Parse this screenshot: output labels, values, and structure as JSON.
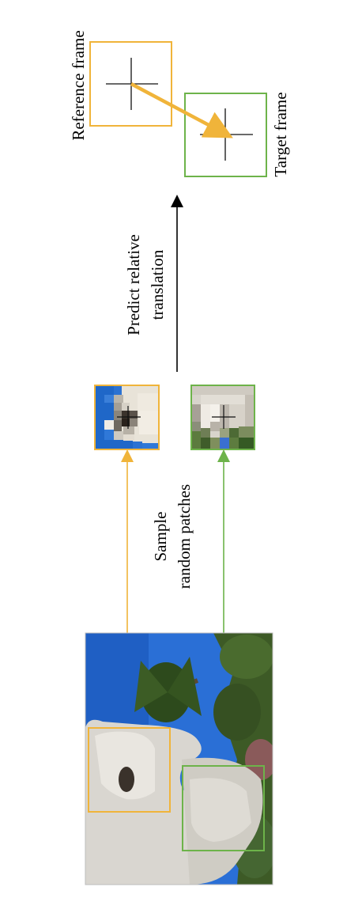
{
  "labels": {
    "reference_frame": "Reference frame",
    "target_frame": "Target frame",
    "predict_line1": "Predict relative",
    "predict_line2": "translation",
    "sample_line1": "Sample",
    "sample_line2": "random patches"
  },
  "colors": {
    "reference": "#f0b43a",
    "target": "#6db34a",
    "arrow_black": "#000000",
    "sky": "#2a6fd6",
    "statue": "#d9d6d0",
    "foliage": "#3d5a26"
  },
  "icons": [
    "crosshair-icon",
    "arrow-up-icon"
  ]
}
